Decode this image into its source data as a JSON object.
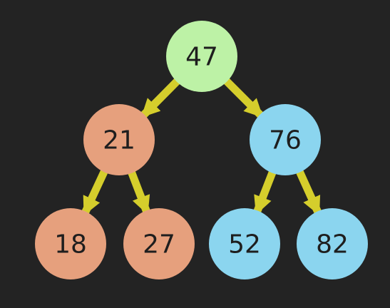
{
  "diagram": {
    "type": "binary-tree",
    "colors": {
      "background": "#232323",
      "edge": "#d5ce2c",
      "root": "#bdf2a6",
      "left_subtree": "#e6a07d",
      "right_subtree": "#8bd5ef",
      "label": "#1e1e1e"
    },
    "nodes": [
      {
        "id": "n47",
        "label": "47",
        "group": "root"
      },
      {
        "id": "n21",
        "label": "21",
        "group": "left_subtree"
      },
      {
        "id": "n76",
        "label": "76",
        "group": "right_subtree"
      },
      {
        "id": "n18",
        "label": "18",
        "group": "left_subtree"
      },
      {
        "id": "n27",
        "label": "27",
        "group": "left_subtree"
      },
      {
        "id": "n52",
        "label": "52",
        "group": "right_subtree"
      },
      {
        "id": "n82",
        "label": "82",
        "group": "right_subtree"
      }
    ],
    "edges": [
      {
        "from": "n47",
        "to": "n21"
      },
      {
        "from": "n47",
        "to": "n76"
      },
      {
        "from": "n21",
        "to": "n18"
      },
      {
        "from": "n21",
        "to": "n27"
      },
      {
        "from": "n76",
        "to": "n52"
      },
      {
        "from": "n76",
        "to": "n82"
      }
    ]
  }
}
